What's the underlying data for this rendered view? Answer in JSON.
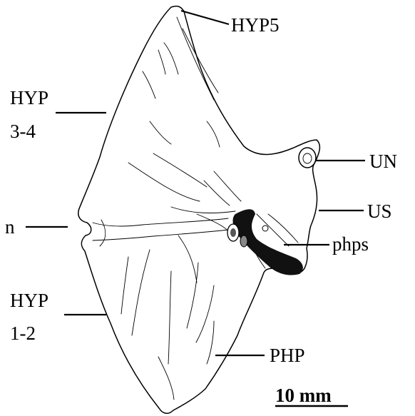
{
  "labels": {
    "hyp5": "HYP5",
    "hyp34_line1": "HYP",
    "hyp34_line2": "3-4",
    "un": "UN",
    "us": "US",
    "n": "n",
    "phps": "phps",
    "hyp12_line1": "HYP",
    "hyp12_line2": "1-2",
    "php": "PHP"
  },
  "scale_bar": {
    "text": "10 mm"
  },
  "colors": {
    "ink": "#000000",
    "background": "#ffffff",
    "dark_fill": "#111111"
  }
}
